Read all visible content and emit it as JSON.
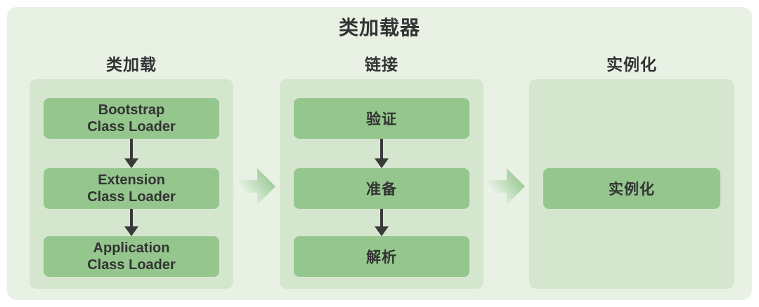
{
  "title": "类加载器",
  "sections": [
    {
      "header": "类加载",
      "boxes": [
        {
          "label": "Bootstrap\nClass Loader"
        },
        {
          "label": "Extension\nClass Loader"
        },
        {
          "label": "Application\nClass Loader"
        }
      ]
    },
    {
      "header": "链接",
      "boxes": [
        {
          "label": "验证"
        },
        {
          "label": "准备"
        },
        {
          "label": "解析"
        }
      ]
    },
    {
      "header": "实例化",
      "boxes": [
        {
          "label": "实例化"
        }
      ]
    }
  ],
  "colors": {
    "container_bg": "#e9f1e5",
    "panel_bg": "#d5e6cf",
    "box_bg": "#94c68d",
    "text": "#333333",
    "arrow": "#3a3a3a",
    "chevron_start": "#f8fbf7",
    "chevron_end": "#8cc286"
  }
}
